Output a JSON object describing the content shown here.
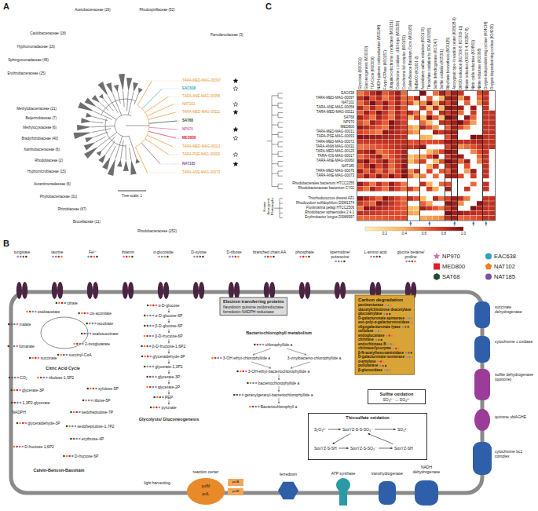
{
  "diagram": {
    "nodes": [
      {
        "text": [
          "Electron transferring proteins",
          "flavodoxin quinone oxidoreductase",
          "ferredoxin-NADPH reductase"
        ]
      },
      {
        "text": [
          "Carbon degradation",
          "pectinesterase",
          "diacetylchitobiose deacetylase",
          "glucoamylase",
          "D-galacturonate epimerase",
          "exo-poly-α-galacturonosidase",
          "oligogalacturonate lyase",
          "cellulase",
          "endoglucanase",
          "chitinase",
          "endochitinase B",
          "chitinase/lysozyme",
          "β-N-acetylhexosaminidase",
          "D-galacturonate isomerase",
          "α-amylase",
          "pullulanase",
          "β-glucosidase"
        ]
      },
      {
        "text": [
          "Sulfite oxidation",
          "SO₃²⁻ → SO₄²⁻"
        ]
      },
      {
        "text": [
          "Thiosulfate oxidation"
        ]
      },
      {
        "text": [
          "S₂O₃²⁻"
        ],
        "in": 3
      },
      {
        "text": [
          "SoxYZ-S-S-SO₃⁻"
        ],
        "in": 3
      },
      {
        "text": [
          "SO₄²⁻"
        ],
        "in": 3
      },
      {
        "text": [
          "SoxYZ-S-SH"
        ],
        "in": 3
      },
      {
        "text": [
          "SoxYZ-S-SO₃⁻"
        ],
        "in": 3
      },
      {
        "text": [
          "SoxYZ-SH"
        ],
        "in": 3
      }
    ],
    "edges": [
      {
        "from": 4,
        "to": 5,
        "arrow": "to"
      },
      {
        "from": 5,
        "to": 6,
        "arrow": "to"
      },
      {
        "from": 5,
        "to": 7,
        "arrow": "to"
      },
      {
        "from": 7,
        "to": 8,
        "arrow": "to"
      },
      {
        "from": 8,
        "to": 9,
        "arrow": "to"
      },
      {
        "from": 9,
        "to": 5,
        "arrow": "to"
      }
    ],
    "labels": [
      "A",
      "Acetobacteraceae (26)",
      "Rhodospirillaceae (52)",
      "Parvularculaceae (3)",
      "Caulobacteraceae (18)",
      "Hyphomonadaceae (16)",
      "Sphingomonadaceae (45)",
      "Erythrobacteraceae (25)",
      "Methylobacteriaceae (21)",
      "Beijerinckiaceae (7)",
      "Methylocystaceae (6)",
      "Bradyrhizobiaceae (40)",
      "Xanthobacteraceae (6)",
      "Rhodobiaceae (2)",
      "Hyphomicrobiaceae (15)",
      "Aurantimonadaceae (6)",
      "Phyllobacteriaceae (31)",
      "Rhizobiaceae (67)",
      "Brucellaceae (11)",
      "Rhodobacteraceae (252)",
      "Tree scale: 1",
      "TARA-MED-MAG-00097",
      "EAC638",
      "TARA-ANE-MAG-00058",
      "NAT102",
      "TARA-MED-MAG-00111",
      "SAT68",
      "NP970",
      "MED800",
      "TARA-MED-MAG-00011",
      "TARA-PSE-MAG-00093",
      "NAT185",
      "TARA-ANE-MAG-00073",
      "C",
      "Glycolysis (M00001)",
      "Gluconeogenesis (M00003)",
      "TCA Cycle (M00009)",
      "NADH quinone oxidoreductase (M00144)",
      "F-type ATPase (M00157)",
      "Ubiquinol-cytochrome c reductase (M00151)",
      "Cytochrome c oxidase, cbb3-type (M00156)",
      "Cytochrome bd complex (M00153)",
      "Calvin-Benson-Bassham Cycle (M00165)",
      "RuBisCO (K01601-2)",
      "Assimilatory sulfate reduction (M00176)",
      "Thiosulfate oxidation by SOX (M00595)",
      "Sulfite dehydrogenase (K07147)",
      "Sulfite oxidation (K05301)",
      "Riboflavin biosynthesis (M00125)",
      "Anoxygenic type-II reaction center (K08928-9)",
      "DMSO reduction (K07306-8, K07309-11)",
      "Nitrate reduction (K00370-4, K02567-8)",
      "Nitric oxide reductase (K04561)",
      "Nitrite reductase (K00368)",
      "Oxygen-independent ring cyclase (K04034)",
      "Oxygen-dependent ring cyclase (K04035)",
      "EAC638",
      "TARA-MED-MAG-00097",
      "NAT102",
      "TARA-ANE-MAG-00058",
      "TARA-MED-MAG-00111",
      "SAT68",
      "NP970",
      "MED800",
      "TARA-MED-MAG-00011",
      "TARA-PSE-MAG-00093",
      "TARA-MED-MAG-00072",
      "TARA-ANW-MAG-00032",
      "TARA-MED-MAG-00129",
      "TARA-IOS-MAG-00017",
      "TARA-ANE-MAG-00060",
      "NAT185",
      "TARA-MED-MAG-00076",
      "TARA-ANE-MAG-00073",
      "Rhodobacterales bacterium HTCC2255",
      "Rhodobacteraceae bacterium CY02",
      "Thiorhodococcus drewsii AZ1",
      "Rhodovulum sulfidophilum DSM1374",
      "Fluviimarina pelagi HTCC2506",
      "Rhodobacter sphaeroides 2.4.1",
      "Erythrobacter longus DSM6997",
      "Known Anoxygenic Phototrophs",
      "0.2",
      "0.4",
      "0.6",
      "0.8",
      "1.0",
      "B",
      "tungstate",
      "taurine",
      "Fe³⁺",
      "thiamin",
      "α-glucoside",
      "D-xylose",
      "D-ribose",
      "branched chain AA",
      "phosphate",
      "spermidine/ putrescine",
      "L-amino acid",
      "glycine betaine/ proline",
      "citrate",
      "cis-aconitate",
      "isocitrate",
      "oxalosuccinate",
      "2-oxoglutarate",
      "succinyl-CoA",
      "succinate",
      "fumarate",
      "malate",
      "oxaloacetate",
      "Citric Acid Cycle",
      "α-D-glucose",
      "α-D-glucose-6P",
      "β-D-glucose-6P",
      "β-D-fructose-6P",
      "β-D-fructose-1,6P2",
      "glyceraldehyde-3P",
      "glycerate-1,3P2",
      "glycerate-3P",
      "glycerate-2P",
      "PEP",
      "pyruvate",
      "Glycolysis/ Gluconeogenesis",
      "CO₂",
      "ribulose-1,5P2",
      "xylulose-5P",
      "glycerate-3P",
      "ribose-5P",
      "1,3P2-glycerate",
      "NADPH",
      "sedoheptulose-7P",
      "glyceraldehyde-3P",
      "sedoheptulose-1,7P2",
      "erythrose-4P",
      "D-fructose 1,6P2",
      "D-fructose 6P",
      "Calvin-Benson-Bassham",
      "Bacteriochlorophyll metabolism",
      "chlorophyllide a",
      "3-OH ethyl-chlorophyllide a",
      "3-vinylbacterio-chlorophyllide a",
      "3-OH-ethyl-bacteriochlorophyllide a",
      "bacteriochlorophyllide a",
      "geranylgeranyl-bacteriochlorophyllide a",
      "Bacteriochlorophyll a",
      "succinate dehydrogenase",
      "cytochrome c oxidase",
      "sulfite dehydrogenase (quinone)",
      "quinone ubiAGHE",
      "cytochrome bc1 complex",
      "NADH dehydrogenase",
      "transhydrogenase",
      "ATP synthase",
      "ferredoxin",
      "reaction center",
      "pufM",
      "pufL",
      "light harvesting",
      "pufA",
      "pufB"
    ],
    "legend": [
      {
        "text": "NP970",
        "color": "#d46fb0"
      },
      {
        "text": "EAC638",
        "color": "#2aa5c0"
      },
      {
        "text": "MED800",
        "color": "#e0202a"
      },
      {
        "text": "NAT102",
        "color": "#f08020"
      },
      {
        "text": "SAT68",
        "color": "#1f4d2a"
      },
      {
        "text": "NAT185",
        "color": "#7a4fa0"
      }
    ]
  }
}
